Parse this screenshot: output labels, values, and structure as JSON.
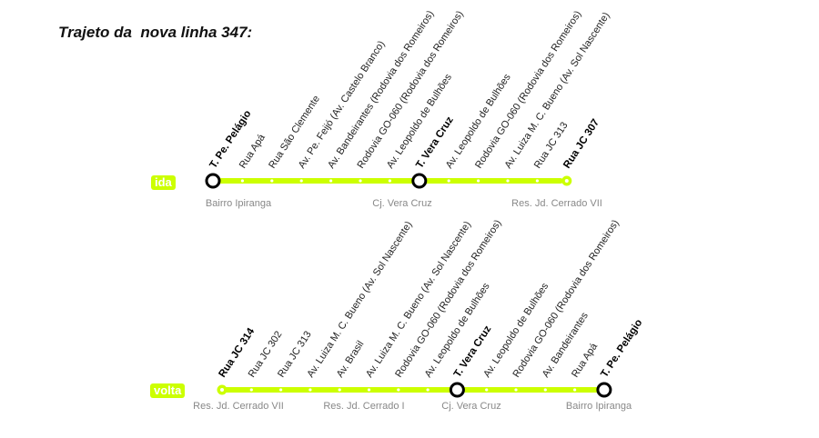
{
  "title": "Trajeto da  nova linha 347:",
  "colors": {
    "line": "#ccff00",
    "terminal": "#000000",
    "stop": "#ffffff",
    "area_text": "#888888"
  },
  "routes": [
    {
      "id": "ida",
      "badge": "ida",
      "stops": [
        {
          "name": "T. Pe. Pelágio",
          "type": "terminal"
        },
        {
          "name": "Rua Apá",
          "type": "stop"
        },
        {
          "name": "Rua São Clemente",
          "type": "stop"
        },
        {
          "name": "Av. Pe. Feijó (Av. Castelo Branco)",
          "type": "stop"
        },
        {
          "name": "Av. Bandeirantes (Rodovia dos Romeiros)",
          "type": "stop"
        },
        {
          "name": "Rodovia GO-060 (Rodovia dos Romeiros)",
          "type": "stop"
        },
        {
          "name": "Av. Leopoldo de Bulhões",
          "type": "stop"
        },
        {
          "name": "T. Vera Cruz",
          "type": "terminal"
        },
        {
          "name": "Av. Leopoldo de Bulhões",
          "type": "stop"
        },
        {
          "name": "Rodovia GO-060 (Rodovia dos Romeiros)",
          "type": "stop"
        },
        {
          "name": "Av. Luiza M. C. Bueno (Av. Sol Nascente)",
          "type": "stop"
        },
        {
          "name": "Rua JC 313",
          "type": "stop"
        },
        {
          "name": "Rua JC 307",
          "type": "end"
        }
      ],
      "areas": [
        "Bairro Ipiranga",
        "Cj. Vera Cruz",
        "Res. Jd. Cerrado VII"
      ]
    },
    {
      "id": "volta",
      "badge": "volta",
      "stops": [
        {
          "name": "Rua JC 314",
          "type": "end"
        },
        {
          "name": "Rua JC 302",
          "type": "stop"
        },
        {
          "name": "Rua JC 313",
          "type": "stop"
        },
        {
          "name": "Av. Luiza M. C. Bueno (Av. Sol Nascente)",
          "type": "stop"
        },
        {
          "name": "Av. Brasil",
          "type": "stop"
        },
        {
          "name": "Av. Luiza M. C. Bueno (Av. Sol Nascente)",
          "type": "stop"
        },
        {
          "name": "Rodovia GO-060 (Rodovia dos Romeiros)",
          "type": "stop"
        },
        {
          "name": "Av. Leopoldo de Bulhões",
          "type": "stop"
        },
        {
          "name": "T. Vera Cruz",
          "type": "terminal"
        },
        {
          "name": "Av. Leopoldo de Bulhões",
          "type": "stop"
        },
        {
          "name": "Rodovia GO-060 (Rodovia dos Romeiros)",
          "type": "stop"
        },
        {
          "name": "Av. Bandeirantes",
          "type": "stop"
        },
        {
          "name": "Rua Apá",
          "type": "stop"
        },
        {
          "name": "T. Pe. Pelágio",
          "type": "terminal"
        }
      ],
      "areas": [
        "Res. Jd. Cerrado VII",
        "Res. Jd. Cerrado I",
        "Cj. Vera Cruz",
        "Bairro Ipiranga"
      ]
    }
  ]
}
